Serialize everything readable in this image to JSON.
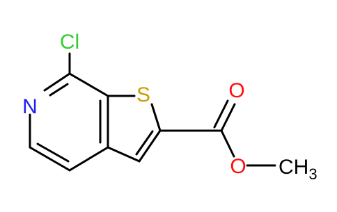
{
  "molecule": {
    "atoms": {
      "chlorine": "Cl",
      "nitrogen": "N",
      "sulfur": "S",
      "carbonyl_oxygen": "O",
      "ester_oxygen": "O",
      "methyl": "CH",
      "methyl_subscript": "3"
    },
    "colors": {
      "bond": "#000000",
      "chlorine": "#32cd32",
      "nitrogen": "#1e1ef0",
      "sulfur": "#c8a000",
      "oxygen": "#ff0d0d",
      "carbon": "#000000"
    }
  }
}
